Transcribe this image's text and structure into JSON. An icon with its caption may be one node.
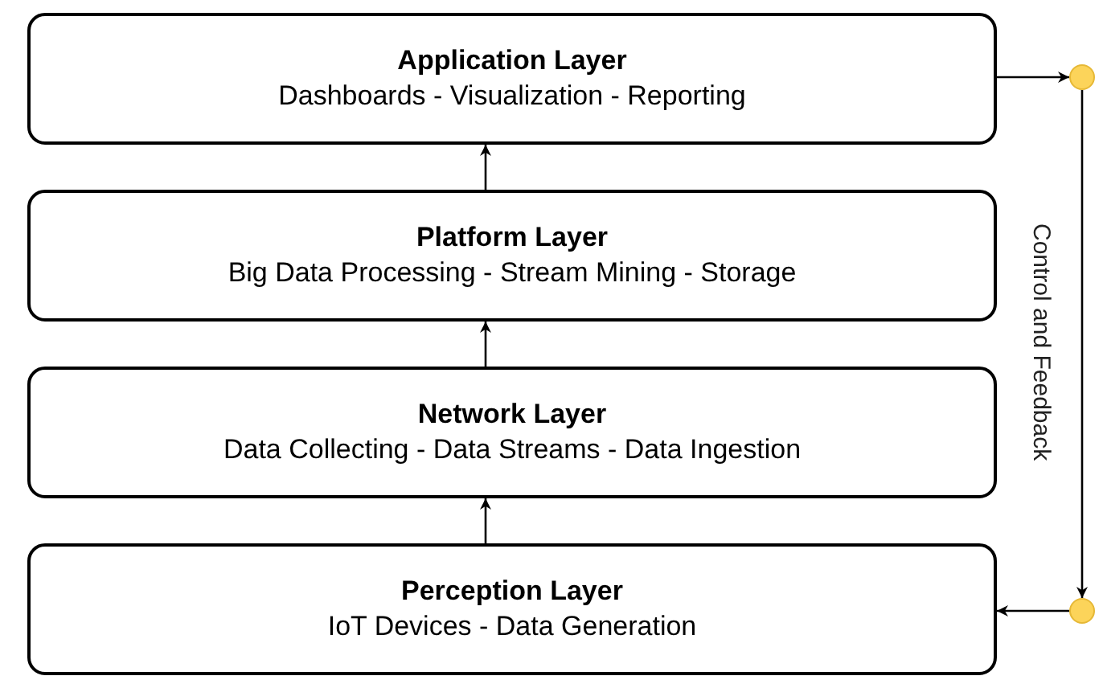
{
  "diagram": {
    "nodes": [
      {
        "text": [
          "Application Layer",
          "Dashboards - Visualization - Reporting"
        ]
      },
      {
        "text": [
          "Platform Layer",
          "Big Data Processing - Stream Mining - Storage"
        ]
      },
      {
        "text": [
          "Network Layer",
          "Data Collecting - Data Streams - Data Ingestion"
        ]
      },
      {
        "text": [
          "Perception Layer",
          "IoT Devices - Data Generation"
        ]
      },
      {
        "text": [],
        "shape": "circle"
      },
      {
        "text": [],
        "shape": "circle"
      }
    ],
    "edges": [
      {
        "from": 3,
        "to": 2,
        "arrow": "to"
      },
      {
        "from": 2,
        "to": 1,
        "arrow": "to"
      },
      {
        "from": 1,
        "to": 0,
        "arrow": "to"
      },
      {
        "from": 0,
        "to": 4,
        "arrow": "to"
      },
      {
        "from": 4,
        "to": 5,
        "arrow": "to",
        "label": "Control and Feedback"
      },
      {
        "from": 5,
        "to": 3,
        "arrow": "to"
      }
    ]
  }
}
